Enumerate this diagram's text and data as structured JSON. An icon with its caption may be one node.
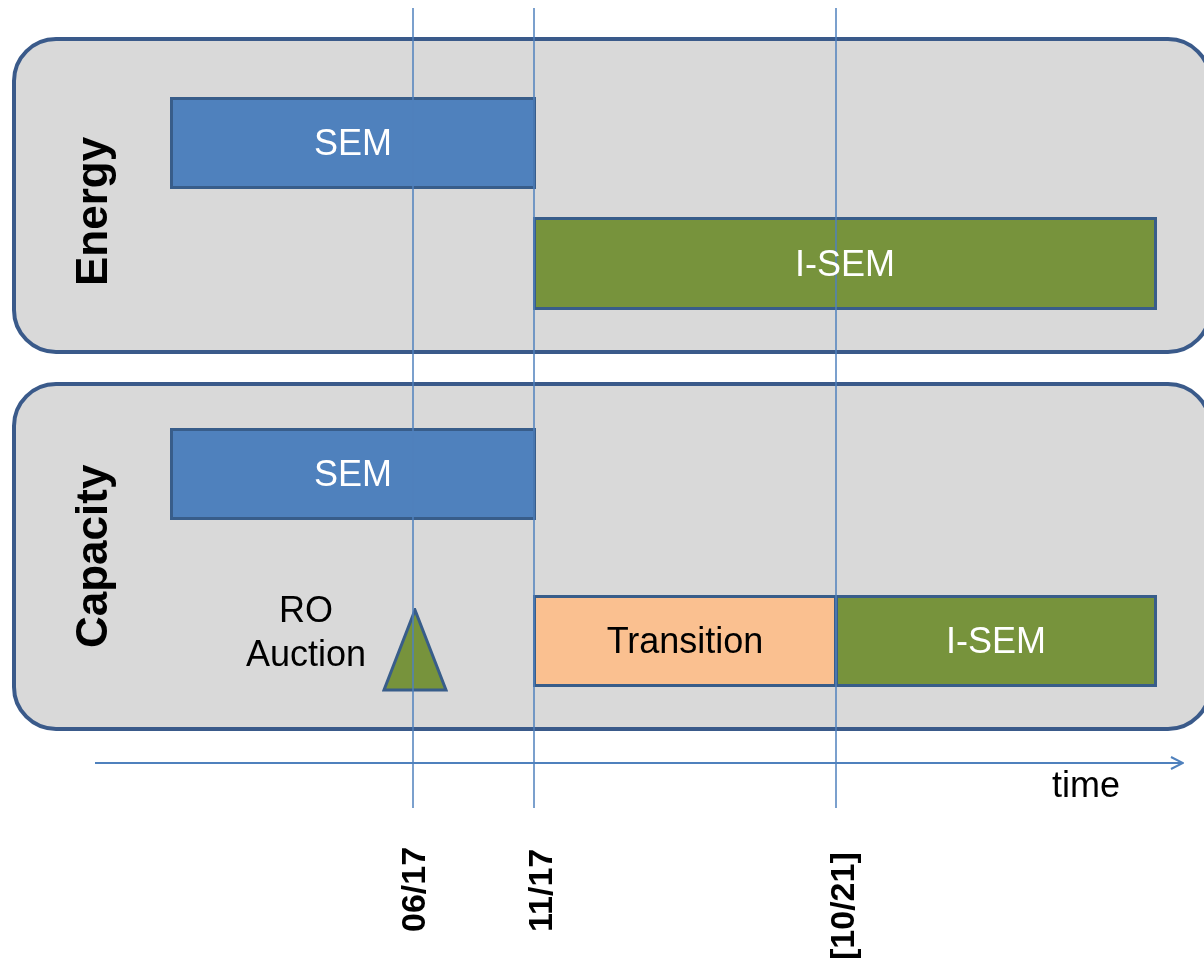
{
  "diagram": {
    "nodes": [
      {
        "text": [
          "Energy"
        ]
      },
      {
        "text": [
          "SEM"
        ],
        "in": 0
      },
      {
        "text": [
          "I-SEM"
        ],
        "in": 0
      },
      {
        "text": [
          "Capacity"
        ]
      },
      {
        "text": [
          "SEM"
        ],
        "in": 3
      },
      {
        "text": [],
        "shape": "triangle",
        "beside": [
          "RO Auction"
        ],
        "in": 3
      },
      {
        "text": [
          "Transition"
        ],
        "in": 3
      },
      {
        "text": [
          "I-SEM"
        ],
        "in": 3
      }
    ],
    "edges": [],
    "labels": [
      "time",
      "06/17",
      "11/17",
      "[10/21]"
    ]
  }
}
